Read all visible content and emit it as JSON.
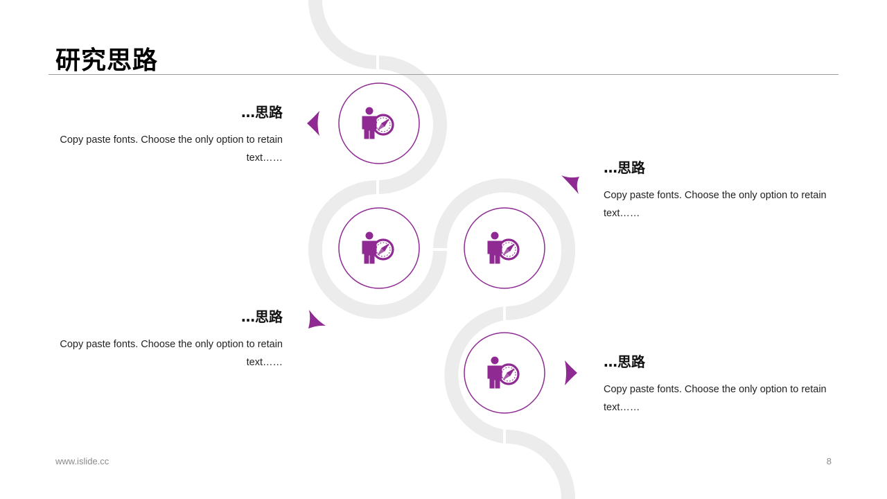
{
  "slide": {
    "title": "研究思路",
    "footer_url": "www.islide.cc",
    "page_number": "8"
  },
  "colors": {
    "accent": "#8e2a92",
    "track": "#ececec",
    "rule": "#9a9a9a"
  },
  "icons": [
    "businessman-compass-icon"
  ],
  "blocks": [
    {
      "title": "…思路",
      "text": "Copy paste fonts. Choose the only option to retain text……"
    },
    {
      "title": "…思路",
      "text": "Copy paste fonts. Choose the only option to retain text……"
    },
    {
      "title": "…思路",
      "text": "Copy paste fonts. Choose the only option to retain text……"
    },
    {
      "title": "…思路",
      "text": "Copy paste fonts. Choose the only option to retain text……"
    }
  ]
}
